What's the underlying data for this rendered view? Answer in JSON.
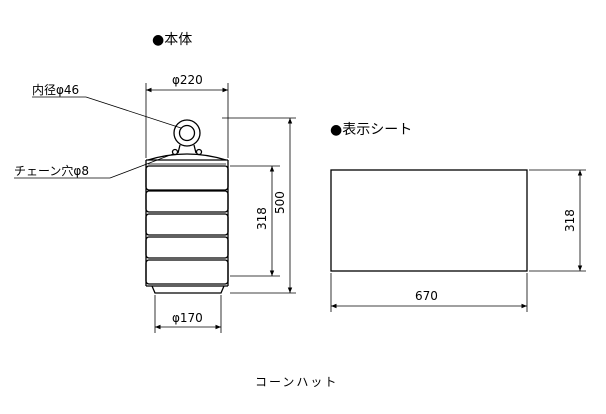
{
  "labels": {
    "main_body": "●本体",
    "display_sheet": "●表示シート",
    "inner_diameter": "内径φ46",
    "chain_hole": "チェーン穴φ8",
    "top_diameter": "φ220",
    "bottom_diameter": "φ170",
    "body_band_height": "318",
    "body_total_height": "500",
    "sheet_height": "318",
    "sheet_width": "670",
    "caption": "コーンハット"
  }
}
